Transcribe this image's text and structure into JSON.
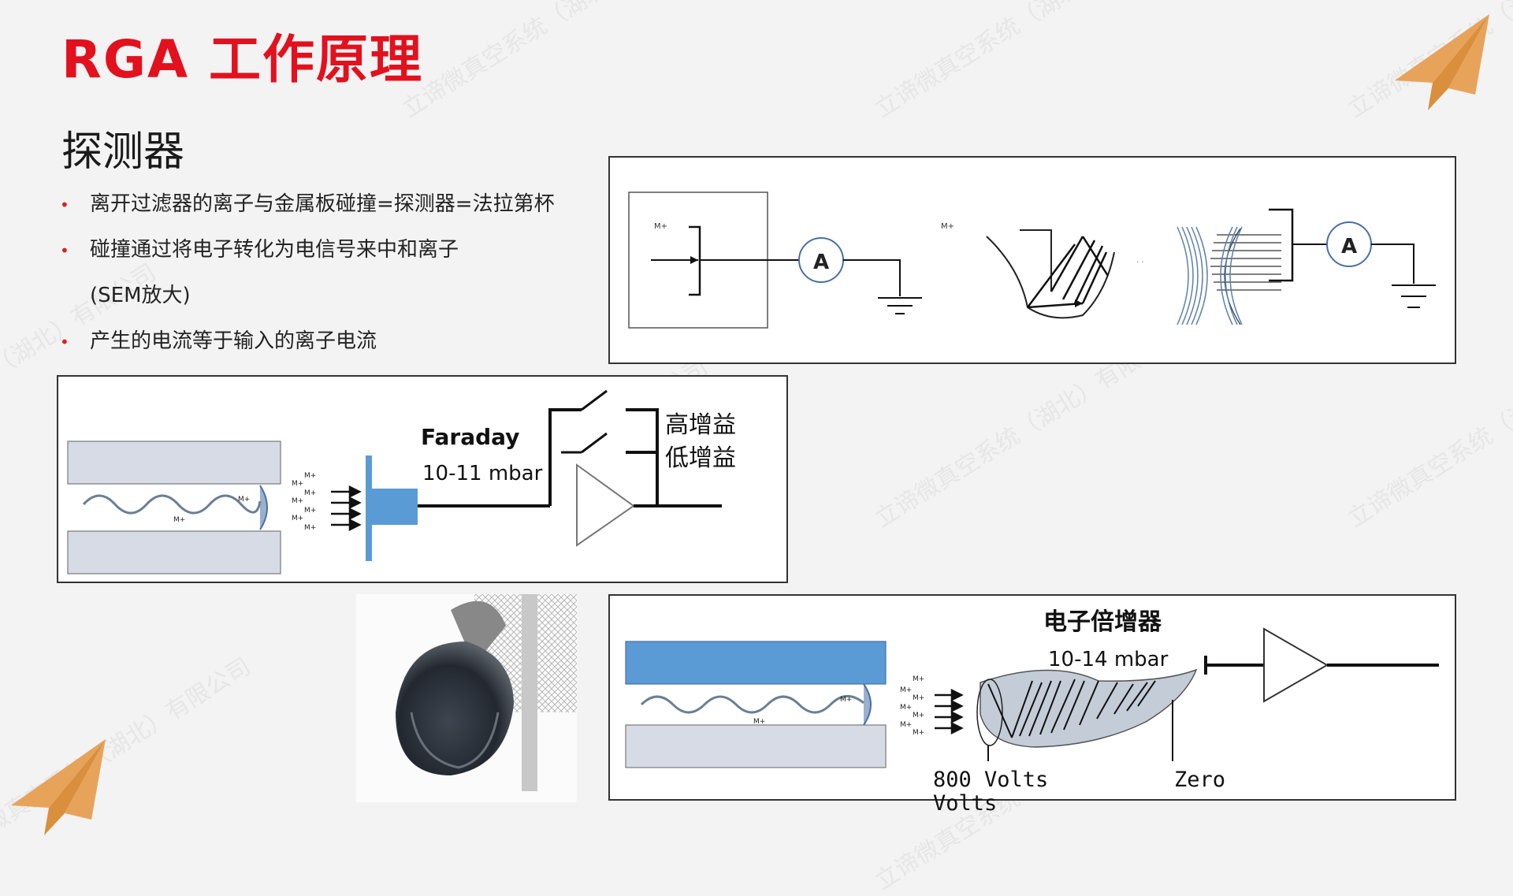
{
  "title": "RGA 工作原理",
  "subtitle": "探测器",
  "bullets": [
    "离开过滤器的离子与金属板碰撞=探测器=法拉第杯",
    "碰撞通过将电子转化为电信号来中和离子",
    "(SEM放大)",
    "产生的电流等于输入的离子电流"
  ],
  "watermark": "立谛微真空系统（湖北）有限公司",
  "top_diagram": {
    "ion_label": "M+",
    "ammeter_label": "A"
  },
  "faraday_panel": {
    "name": "Faraday",
    "pressure": "10-11 mbar",
    "high_gain": "高增益",
    "low_gain": "低增益",
    "ion_label": "M+"
  },
  "sem_panel": {
    "name": "电子倍增器",
    "pressure": "10-14 mbar",
    "voltage_label": "800 Volts",
    "voltage_label_repeat": "Volts",
    "zero_label": "Zero",
    "ion_label": "M+"
  },
  "colors": {
    "title": "#e3101e",
    "bullet": "#d9231b",
    "collector_blue": "#5b9bd5",
    "logo_orange": "#e8a35a"
  }
}
